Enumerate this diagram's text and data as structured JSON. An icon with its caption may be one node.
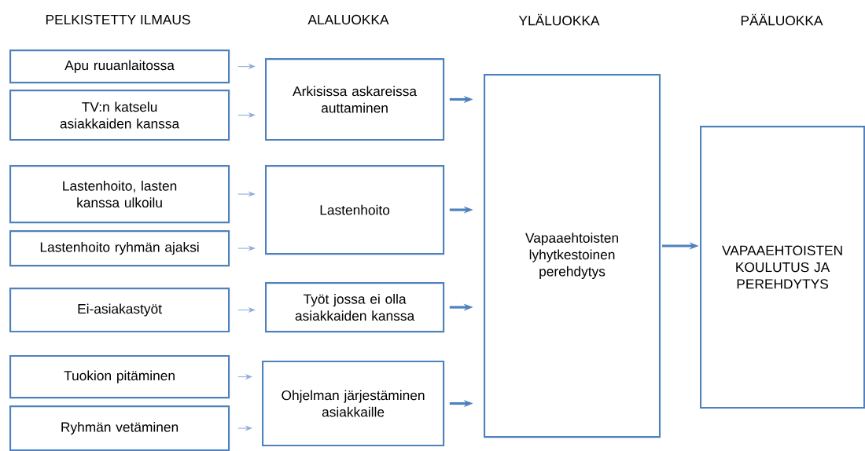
{
  "diagram": {
    "nodes": [
      {
        "text": [
          "Apu ruuanlaitossa"
        ]
      },
      {
        "text": [
          "TV:n katselu asiakkaiden kanssa"
        ]
      },
      {
        "text": [
          "Lastenhoito, lasten kanssa ulkoilu"
        ]
      },
      {
        "text": [
          "Lastenhoito ryhmän ajaksi"
        ]
      },
      {
        "text": [
          "Ei-asiakastyöt"
        ]
      },
      {
        "text": [
          "Tuokion pitäminen"
        ]
      },
      {
        "text": [
          "Ryhmän vetäminen"
        ]
      },
      {
        "text": [
          "Arkisissa askareissa auttaminen"
        ]
      },
      {
        "text": [
          "Lastenhoito"
        ]
      },
      {
        "text": [
          "Työt jossa ei olla asiakkaiden kanssa"
        ]
      },
      {
        "text": [
          "Ohjelman järjestäminen asiakkaille"
        ]
      },
      {
        "text": [
          "Vapaaehtoisten lyhytkestoinen perehdytys"
        ]
      },
      {
        "text": [
          "VAPAAEHTOISTEN KOULUTUS JA PEREHDYTYS"
        ]
      }
    ],
    "edges": [
      {
        "from": 0,
        "to": 7,
        "arrow": "to"
      },
      {
        "from": 1,
        "to": 7,
        "arrow": "to"
      },
      {
        "from": 2,
        "to": 8,
        "arrow": "to"
      },
      {
        "from": 3,
        "to": 8,
        "arrow": "to"
      },
      {
        "from": 4,
        "to": 9,
        "arrow": "to"
      },
      {
        "from": 5,
        "to": 10,
        "arrow": "to"
      },
      {
        "from": 6,
        "to": 10,
        "arrow": "to"
      },
      {
        "from": 7,
        "to": 11,
        "arrow": "to",
        "style": "thick",
        "color": "#4f81bd"
      },
      {
        "from": 8,
        "to": 11,
        "arrow": "to",
        "style": "thick",
        "color": "#4f81bd"
      },
      {
        "from": 9,
        "to": 11,
        "arrow": "to",
        "style": "thick",
        "color": "#4f81bd"
      },
      {
        "from": 10,
        "to": 11,
        "arrow": "to",
        "style": "thick",
        "color": "#4f81bd"
      },
      {
        "from": 11,
        "to": 12,
        "arrow": "to",
        "style": "thick",
        "color": "#4f81bd"
      }
    ],
    "labels": [
      "PELKISTETTY ILMAUS",
      "ALALUOKKA",
      "YLÄLUOKKA",
      "PÄÄLUOKKA"
    ]
  }
}
